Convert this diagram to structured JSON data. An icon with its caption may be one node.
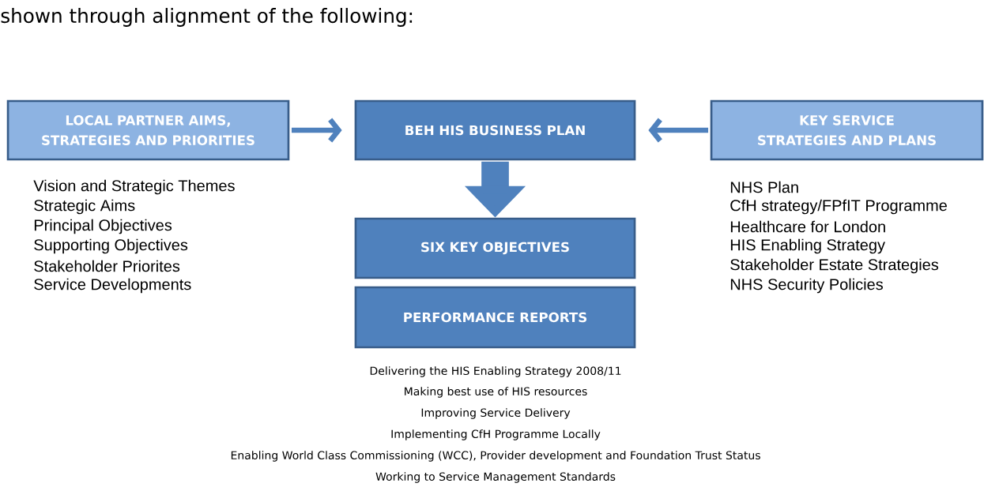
{
  "diagram": {
    "nodes": [
      {
        "text": [
          "LOCAL PARTNER AIMS, STRATEGIES AND PRIORITIES"
        ],
        "beside": [
          "Vision and Strategic Themes",
          "Strategic Aims",
          "Principal Objectives",
          "Supporting Objectives",
          "Stakeholder Priorites",
          "Service Developments"
        ]
      },
      {
        "text": [
          "BEH HIS BUSINESS PLAN"
        ]
      },
      {
        "text": [
          "KEY SERVICE STRATEGIES AND PLANS"
        ],
        "beside": [
          "NHS Plan",
          "CfH strategy/FPfIT Programme",
          "Healthcare for London",
          "HIS Enabling Strategy",
          "Stakeholder Estate Strategies",
          "NHS Security Policies"
        ]
      },
      {
        "text": [
          "SIX KEY OBJECTIVES"
        ]
      },
      {
        "text": [
          "PERFORMANCE REPORTS"
        ]
      }
    ],
    "edges": [
      {
        "from": 0,
        "to": 1,
        "arrow": "to"
      },
      {
        "from": 2,
        "to": 1,
        "arrow": "to"
      },
      {
        "from": 1,
        "to": 3,
        "arrow": "to",
        "style": "thick"
      }
    ],
    "labels": [
      "shown through alignment of the following:",
      "Delivering the HIS Enabling Strategy 2008/11",
      "Making best use of HIS resources",
      "Improving Service Delivery",
      "Implementing CfH Programme Locally",
      "Enabling World Class Commissioning (WCC), Provider development and Foundation Trust Status",
      "Working to Service Management Standards"
    ]
  }
}
